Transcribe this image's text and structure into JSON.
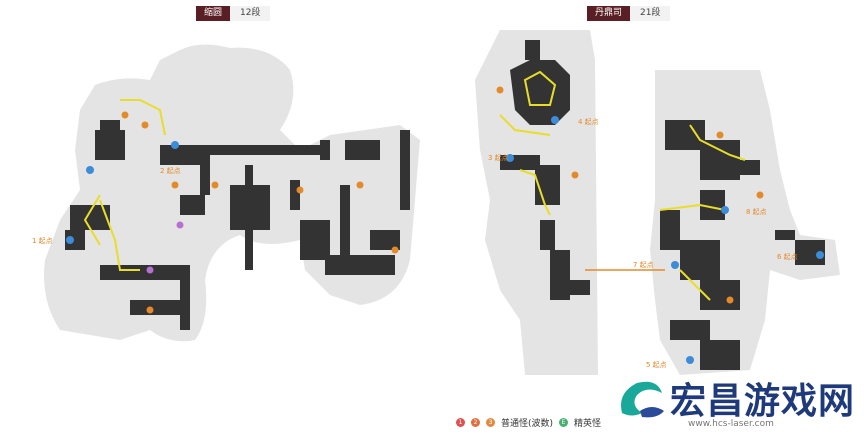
{
  "header_left": {
    "name": "缩圆",
    "count": "12段"
  },
  "header_right": {
    "name": "丹鼎司",
    "count": "21段"
  },
  "legend": {
    "nums": [
      "1",
      "2",
      "3"
    ],
    "normal": "普通怪(波数)",
    "elite_badge": "E",
    "elite": "精英怪"
  },
  "start_labels": [
    "1 起点",
    "2 起点",
    "3 起点",
    "4 起点",
    "5 起点",
    "6 起点",
    "7 起点",
    "8 起点"
  ],
  "watermark": {
    "title": "宏昌游戏网",
    "url": "www.hcs-laser.com"
  },
  "colors": {
    "header_bg": "#5a1f24",
    "path": "#e8dd2a",
    "wall": "#333333",
    "floor": "#e3e3e3",
    "marker": "#e38a2a"
  }
}
